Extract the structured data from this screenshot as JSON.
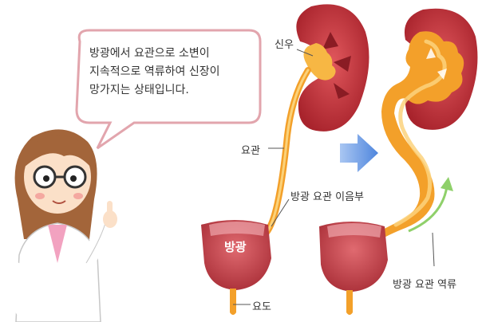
{
  "bubble": {
    "lines": [
      "방광에서 요관으로 소변이",
      "지속적으로 역류하여 신장이",
      "망가지는 상태입니다."
    ]
  },
  "labels": {
    "renal_pelvis": "신우",
    "ureter": "요관",
    "junction": "방광 요관 이음부",
    "bladder": "방광",
    "urethra": "요도",
    "reflux": "방광 요관 역류"
  },
  "colors": {
    "kidney": "#c8343c",
    "kidney_dark": "#9e1f28",
    "urine": "#f4a623",
    "urine_light": "#fbd27a",
    "bladder": "#c2414a",
    "arrow_blue": "#5b8fe0",
    "reflux_arrow": "#8fd06a"
  }
}
